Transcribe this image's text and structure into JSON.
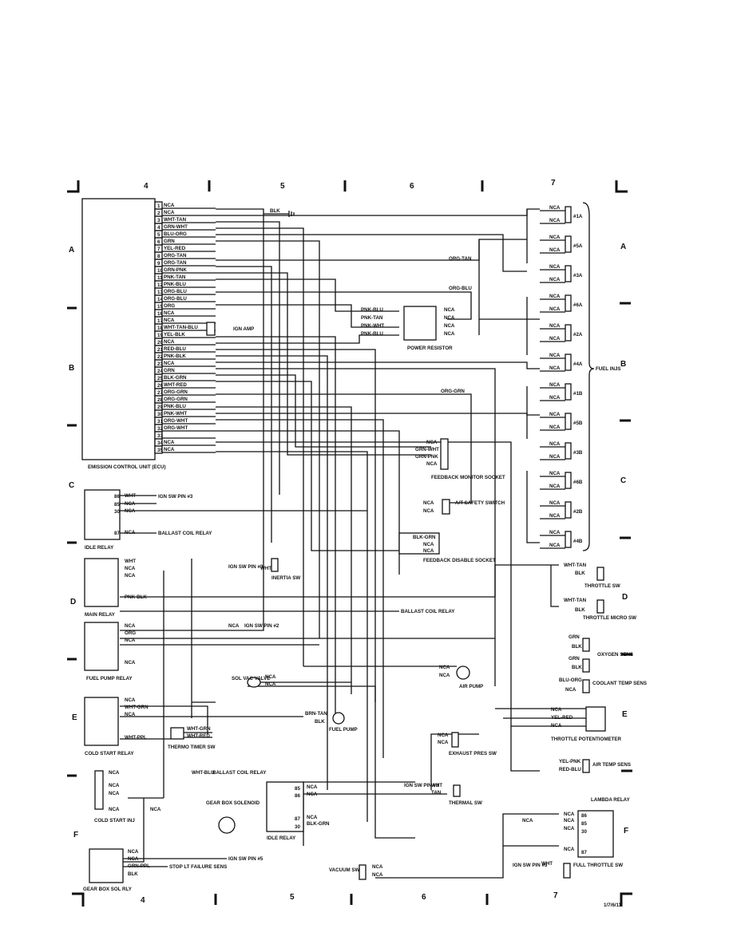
{
  "grid_columns": [
    "4",
    "5",
    "6",
    "7"
  ],
  "grid_rows": [
    "A",
    "B",
    "C",
    "D",
    "E",
    "F"
  ],
  "ecu": {
    "title": "EMISSION CONTROL UNIT (ECU)",
    "pins": [
      {
        "n": "1",
        "w": "NCA"
      },
      {
        "n": "2",
        "w": "NCA"
      },
      {
        "n": "3",
        "w": "WHT-TAN"
      },
      {
        "n": "4",
        "w": "GRN-WHT"
      },
      {
        "n": "5",
        "w": "BLU-ORG"
      },
      {
        "n": "6",
        "w": "GRN"
      },
      {
        "n": "7",
        "w": "YEL-RED"
      },
      {
        "n": "8",
        "w": "ORG-TAN"
      },
      {
        "n": "9",
        "w": "ORG-TAN"
      },
      {
        "n": "10",
        "w": "GRN-PNK"
      },
      {
        "n": "11",
        "w": "PNK-TAN"
      },
      {
        "n": "12",
        "w": "PNK-BLU"
      },
      {
        "n": "13",
        "w": "ORG-BLU"
      },
      {
        "n": "14",
        "w": "ORG-BLU"
      },
      {
        "n": "15",
        "w": "ORG"
      },
      {
        "n": "16",
        "w": "NCA"
      },
      {
        "n": "17",
        "w": "NCA"
      },
      {
        "n": "18",
        "w": "WHT-TAN-BLU"
      },
      {
        "n": "19",
        "w": "YEL-BLK"
      },
      {
        "n": "20",
        "w": "NCA"
      },
      {
        "n": "21",
        "w": "RED-BLU"
      },
      {
        "n": "22",
        "w": "PNK-BLK"
      },
      {
        "n": "23",
        "w": "NCA"
      },
      {
        "n": "24",
        "w": "GRN"
      },
      {
        "n": "25",
        "w": "BLK-GRN"
      },
      {
        "n": "26",
        "w": "WHT-RED"
      },
      {
        "n": "27",
        "w": "ORG-GRN"
      },
      {
        "n": "28",
        "w": "ORG-GRN"
      },
      {
        "n": "29",
        "w": "PNK-BLU"
      },
      {
        "n": "30",
        "w": "PNK-WHT"
      },
      {
        "n": "31",
        "w": "ORG-WHT"
      },
      {
        "n": "32",
        "w": "ORG-WHT"
      },
      {
        "n": "33",
        "w": ""
      },
      {
        "n": "34",
        "w": "NCA"
      },
      {
        "n": "35",
        "w": "NCA"
      }
    ]
  },
  "labels": {
    "blk": "BLK",
    "nca": "NCA",
    "ign_amp": "IGN AMP",
    "org_tan": "ORG-TAN",
    "org_blu": "ORG-BLU",
    "org_grn": "ORG-GRN",
    "power_resistor": "POWER RESISTOR",
    "pr_wires": [
      "PNK-BLU",
      "PNK-TAN",
      "PNK-WHT",
      "PNK-BLU"
    ],
    "fuel_injs": "FUEL INJS",
    "injectors": [
      "#1A",
      "#5A",
      "#3A",
      "#6A",
      "#2A",
      "#4A",
      "#1B",
      "#5B",
      "#3B",
      "#6B",
      "#2B",
      "#4B"
    ],
    "feedback_monitor": "FEEDBACK MONITOR SOCKET",
    "fm_wires": [
      "NCA",
      "GRN-WHT",
      "GRN-PNK",
      "NCA"
    ],
    "at_safety": "A/T SAFETY SWITCH",
    "feedback_disable": "FEEDBACK DISABLE SOCKET",
    "fd_wires": [
      "BLK-GRN",
      "NCA",
      "NCA"
    ],
    "idle_relay": "IDLE RELAY",
    "ir_pins": [
      "86",
      "85",
      "30",
      "87"
    ],
    "ir_wires": [
      "WHT",
      "NCA",
      "NCA",
      "NCA"
    ],
    "ign_sw_pin3": "IGN SW PIN #3",
    "ign_sw_pin2": "IGN SW PIN #2",
    "ign_sw_pin5": "IGN SW PIN #5",
    "ballast_relay": "BALLAST COIL RELAY",
    "main_relay": "MAIN RELAY",
    "mr_wires": [
      "WHT",
      "NCA",
      "NCA",
      "PNK-BLK"
    ],
    "wht": "WHT",
    "inertia_sw": "INERTIA SW",
    "fuel_pump_relay": "FUEL PUMP RELAY",
    "fpr_wires": [
      "NCA",
      "ORG",
      "NCA",
      "NCA"
    ],
    "sol_vac_valve": "SOL VAC VALVE",
    "air_pump": "AIR PUMP",
    "cold_start_relay": "COLD START RELAY",
    "csr_wires": [
      "NCA",
      "WHT-GRN",
      "NCA",
      "WHT-PPL"
    ],
    "brn_tan": "BRN-TAN",
    "fuel_pump": "FUEL PUMP",
    "thermo_timer": "THERMO TIMER SW",
    "wht_grn": "WHT-GRN",
    "wht_red": "WHT-RED",
    "wht_blu": "WHT-BLU",
    "exhaust_pres": "EXHAUST PRES SW",
    "throttle_sw": "THROTTLE SW",
    "throttle_micro": "THROTTLE MICRO SW",
    "wht_tan": "WHT-TAN",
    "oxygen_sens": "OXYGEN SENS",
    "grn": "GRN",
    "blu_org": "BLU-ORG",
    "coolant_temp": "COOLANT TEMP SENS",
    "throttle_pot": "THROTTLE POTENTIOMETER",
    "tp_wires": [
      "NCA",
      "YEL-RED",
      "NCA"
    ],
    "air_temp": "AIR TEMP SENS",
    "at_wires": [
      "YEL-PNK",
      "RED-BLU"
    ],
    "cold_start_inj": "COLD START INJ",
    "gear_box_sol": "GEAR BOX SOLENOID",
    "gear_box_rly": "GEAR BOX SOL RLY",
    "gb_wires": [
      "NCA",
      "NCA",
      "GRN-PPL",
      "BLK"
    ],
    "stop_lt": "STOP LT FAILURE SENS",
    "idle_relay2_wires": [
      "NCA",
      "NCA",
      "NCA",
      "BLK-GRN"
    ],
    "thermal_sw": "THERMAL SW",
    "tan": "TAN",
    "lambda_relay": "LAMBDA RELAY",
    "vacuum_sw": "VACUUM SW",
    "full_throttle": "FULL THROTTLE SW",
    "ref": "1/7/6/11"
  }
}
